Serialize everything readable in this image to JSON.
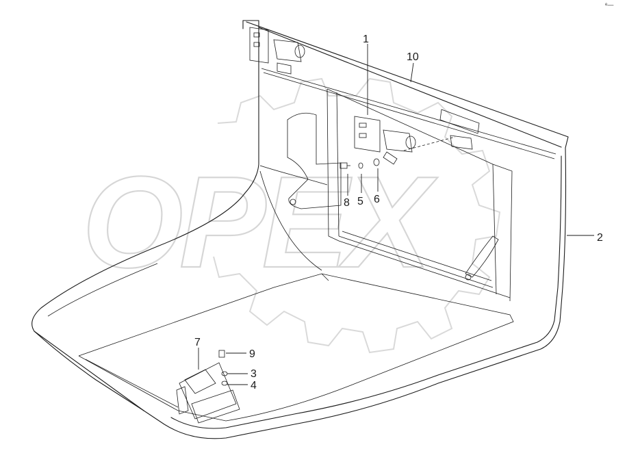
{
  "watermark": {
    "text": "OPEX"
  },
  "corner_mark": "ᵉ—",
  "callouts": [
    {
      "id": "p1",
      "label": "1"
    },
    {
      "id": "p10",
      "label": "10"
    },
    {
      "id": "p2",
      "label": "2"
    },
    {
      "id": "p8",
      "label": "8"
    },
    {
      "id": "p5",
      "label": "5"
    },
    {
      "id": "p6",
      "label": "6"
    },
    {
      "id": "p7",
      "label": "7"
    },
    {
      "id": "p9",
      "label": "9"
    },
    {
      "id": "p3",
      "label": "3"
    },
    {
      "id": "p4",
      "label": "4"
    }
  ]
}
